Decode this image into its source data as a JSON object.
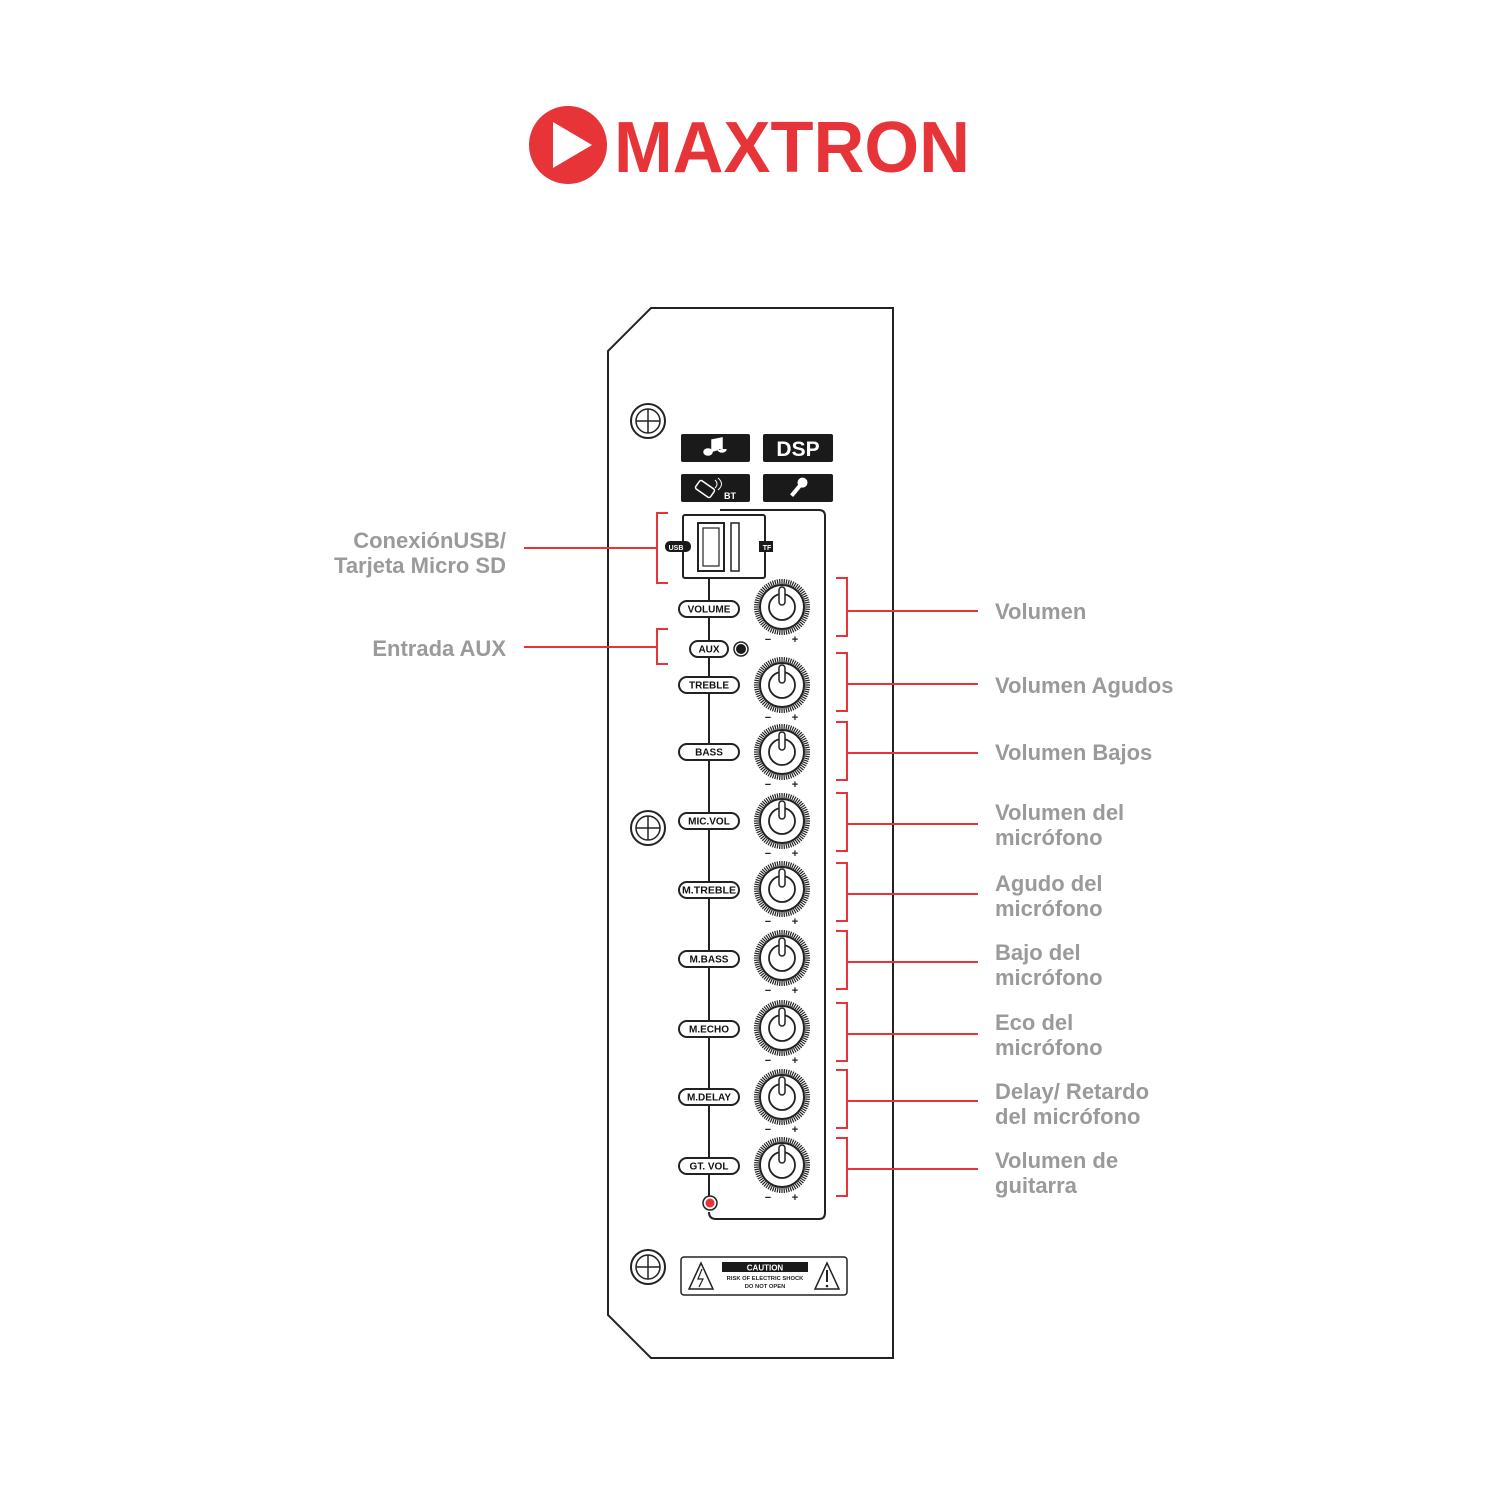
{
  "brand": {
    "name": "MAXTRON",
    "color": "#e63439",
    "logo_icon": "play-icon"
  },
  "panel": {
    "top_badges": [
      {
        "id": "music",
        "icon": "music-note-icon"
      },
      {
        "id": "dsp",
        "label": "DSP"
      },
      {
        "id": "bt",
        "icon": "phone-bluetooth-icon",
        "label": "BT"
      },
      {
        "id": "mic",
        "icon": "microphone-icon"
      }
    ],
    "port_labels": {
      "usb": "USB",
      "tf": "TF"
    },
    "controls": [
      {
        "label": "VOLUME",
        "knob": true
      },
      {
        "label": "AUX",
        "knob": false
      },
      {
        "label": "TREBLE",
        "knob": true
      },
      {
        "label": "BASS",
        "knob": true
      },
      {
        "label": "MIC.VOL",
        "knob": true
      },
      {
        "label": "M.TREBLE",
        "knob": true
      },
      {
        "label": "M.BASS",
        "knob": true
      },
      {
        "label": "M.ECHO",
        "knob": true
      },
      {
        "label": "M.DELAY",
        "knob": true
      },
      {
        "label": "GT. VOL",
        "knob": true
      }
    ],
    "knob_signs": {
      "minus": "−",
      "plus": "+"
    },
    "caution": {
      "title": "CAUTION",
      "line1": "RISK OF ELECTRIC SHOCK",
      "line2": "DO NOT OPEN"
    },
    "led_color": "#e63439"
  },
  "callouts": {
    "left": [
      {
        "lines": [
          "ConexiónUSB/",
          "Tarjeta Micro SD"
        ]
      },
      {
        "lines": [
          "Entrada AUX"
        ]
      }
    ],
    "right": [
      {
        "lines": [
          "Volumen"
        ]
      },
      {
        "lines": [
          "Volumen Agudos"
        ]
      },
      {
        "lines": [
          "Volumen Bajos"
        ]
      },
      {
        "lines": [
          "Volumen del",
          "micrófono"
        ]
      },
      {
        "lines": [
          "Agudo del",
          "micrófono"
        ]
      },
      {
        "lines": [
          "Bajo del",
          "micrófono"
        ]
      },
      {
        "lines": [
          "Eco del",
          "micrófono"
        ]
      },
      {
        "lines": [
          "Delay/ Retardo",
          "del micrófono"
        ]
      },
      {
        "lines": [
          "Volumen de",
          "guitarra"
        ]
      }
    ],
    "text_color": "#9a9a9a",
    "line_color": "#e63439"
  }
}
